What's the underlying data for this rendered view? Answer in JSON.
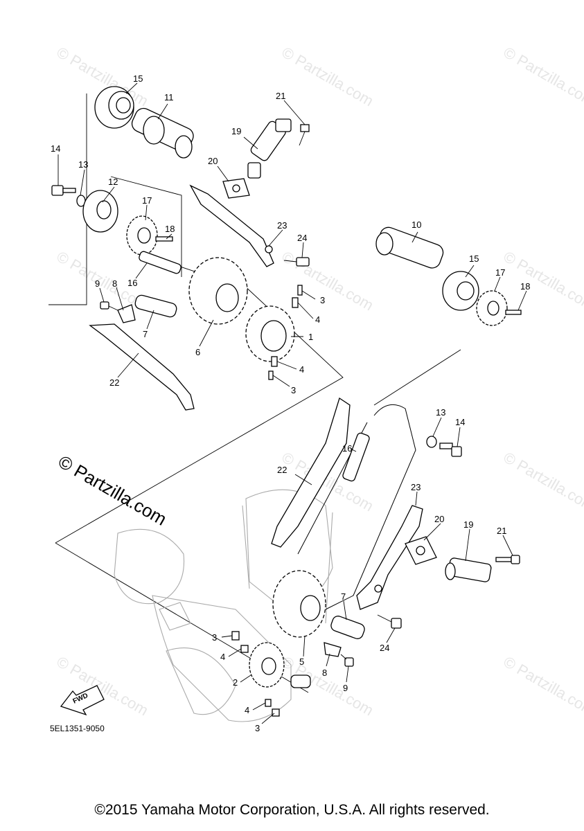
{
  "diagram_code": "5EL1351-9050",
  "watermark_big": "© Partzilla.com",
  "watermark_small": "© Partzilla.com",
  "fwd_label": "FWD",
  "copyright": "©2015 Yamaha Motor Corporation, U.S.A. All rights reserved.",
  "callouts": {
    "c1": "1",
    "c2": "2",
    "c3a": "3",
    "c3b": "3",
    "c3c": "3",
    "c3d": "3",
    "c4a": "4",
    "c4b": "4",
    "c4c": "4",
    "c4d": "4",
    "c5": "5",
    "c6": "6",
    "c7a": "7",
    "c7b": "7",
    "c8a": "8",
    "c8b": "8",
    "c9a": "9",
    "c9b": "9",
    "c10": "10",
    "c11": "11",
    "c12": "12",
    "c13a": "13",
    "c13b": "13",
    "c14a": "14",
    "c14b": "14",
    "c15a": "15",
    "c15b": "15",
    "c16a": "16",
    "c16b": "16",
    "c17a": "17",
    "c17b": "17",
    "c18a": "18",
    "c18b": "18",
    "c19a": "19",
    "c19b": "19",
    "c20a": "20",
    "c20b": "20",
    "c21a": "21",
    "c21b": "21",
    "c22a": "22",
    "c22b": "22",
    "c23a": "23",
    "c23b": "23",
    "c24a": "24",
    "c24b": "24"
  }
}
